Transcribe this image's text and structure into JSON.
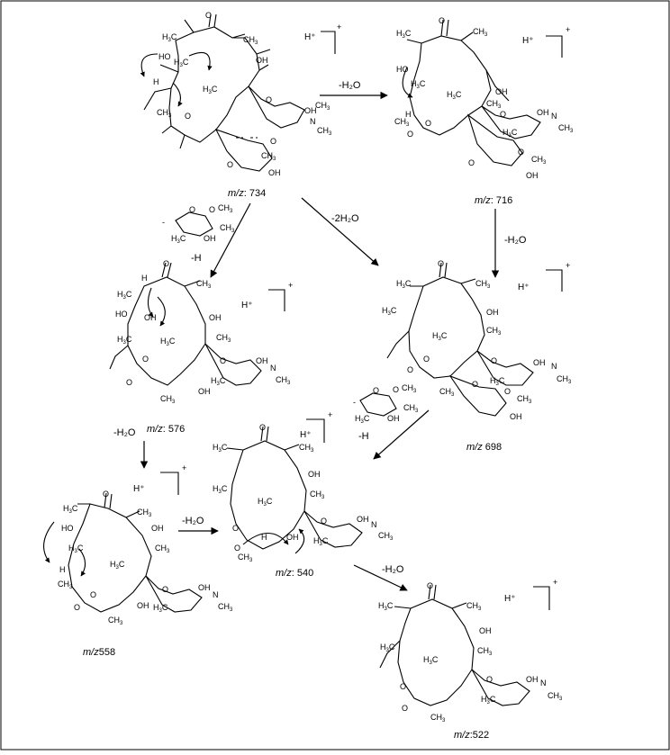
{
  "scheme": {
    "compounds": [
      {
        "id": "c734",
        "mz_prefix": "m/z",
        "mz_value": ": 734",
        "proton": "H⁺",
        "charge": "+"
      },
      {
        "id": "c716",
        "mz_prefix": "m/z",
        "mz_value": ": 716",
        "proton": "H⁺",
        "charge": "+"
      },
      {
        "id": "c698",
        "mz_prefix": "m/z",
        "mz_value": " 698",
        "proton": "H⁺",
        "charge": "+"
      },
      {
        "id": "c576",
        "mz_prefix": "m/z",
        "mz_value": ": 576",
        "proton": "H⁺",
        "charge": "+"
      },
      {
        "id": "c558",
        "mz_prefix": "m/z",
        "mz_value": "558",
        "proton": "H⁺",
        "charge": "+"
      },
      {
        "id": "c540",
        "mz_prefix": "m/z",
        "mz_value": ": 540",
        "proton": "H⁺",
        "charge": "+"
      },
      {
        "id": "c522",
        "mz_prefix": "m/z",
        "mz_value": ":522",
        "proton": "H⁺",
        "charge": "+"
      }
    ],
    "steps": {
      "s734_716": "-H₂O",
      "s734_698": "-2H₂O",
      "s716_698": "-H₂O",
      "s734_576": "-H",
      "s698_540": "-H",
      "s576_558": "-H₂O",
      "s558_540": "-H₂O",
      "s540_522": "-H₂O"
    },
    "atom_labels": {
      "h3c": "H₃C",
      "ch3": "CH₃",
      "oh": "OH",
      "ho": "HO",
      "o": "O",
      "n": "N",
      "h": "H"
    }
  }
}
